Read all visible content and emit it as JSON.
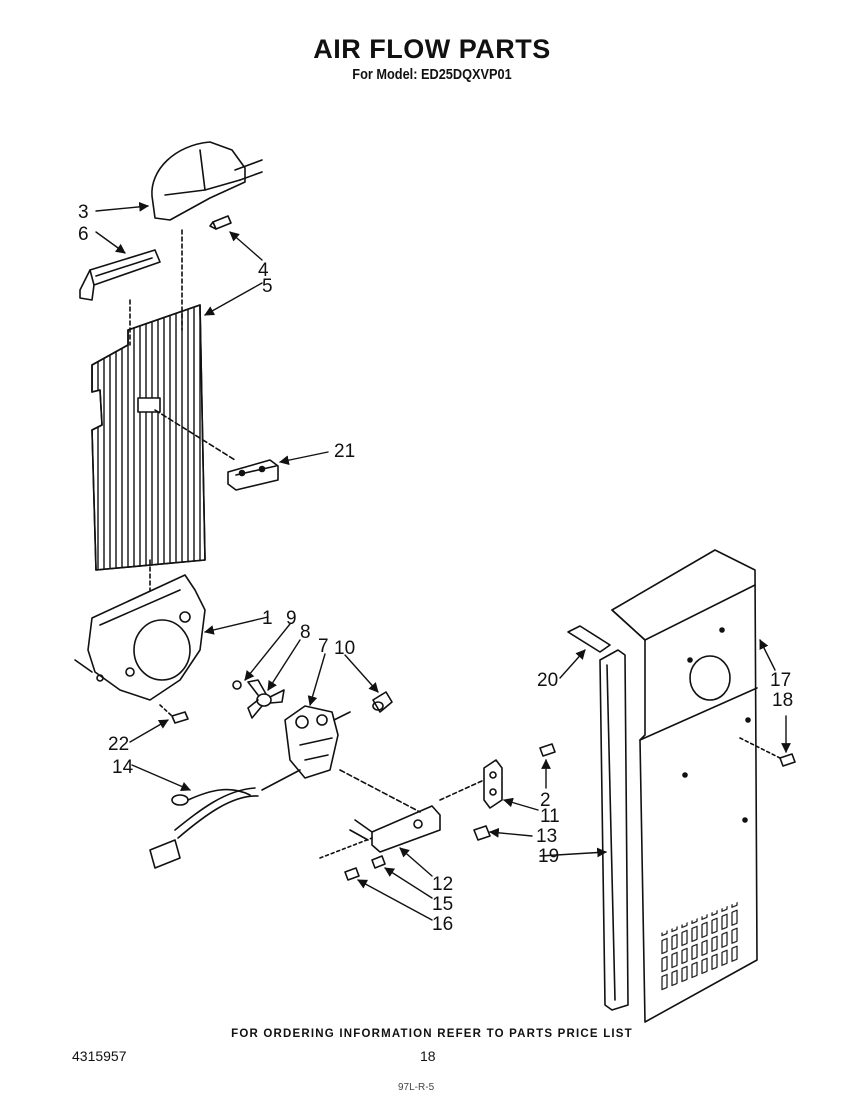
{
  "header": {
    "title": "AIR FLOW PARTS",
    "subtitle": "For Model: ED25DQXVP01"
  },
  "callouts": [
    "1",
    "2",
    "3",
    "4",
    "5",
    "6",
    "7",
    "8",
    "9",
    "10",
    "11",
    "12",
    "13",
    "14",
    "15",
    "16",
    "17",
    "18",
    "19",
    "20",
    "21",
    "22"
  ],
  "footer": {
    "note": "FOR ORDERING INFORMATION REFER TO PARTS PRICE LIST",
    "doc_number": "4315957",
    "page_number": "18",
    "scribble": "97L-R-5"
  }
}
